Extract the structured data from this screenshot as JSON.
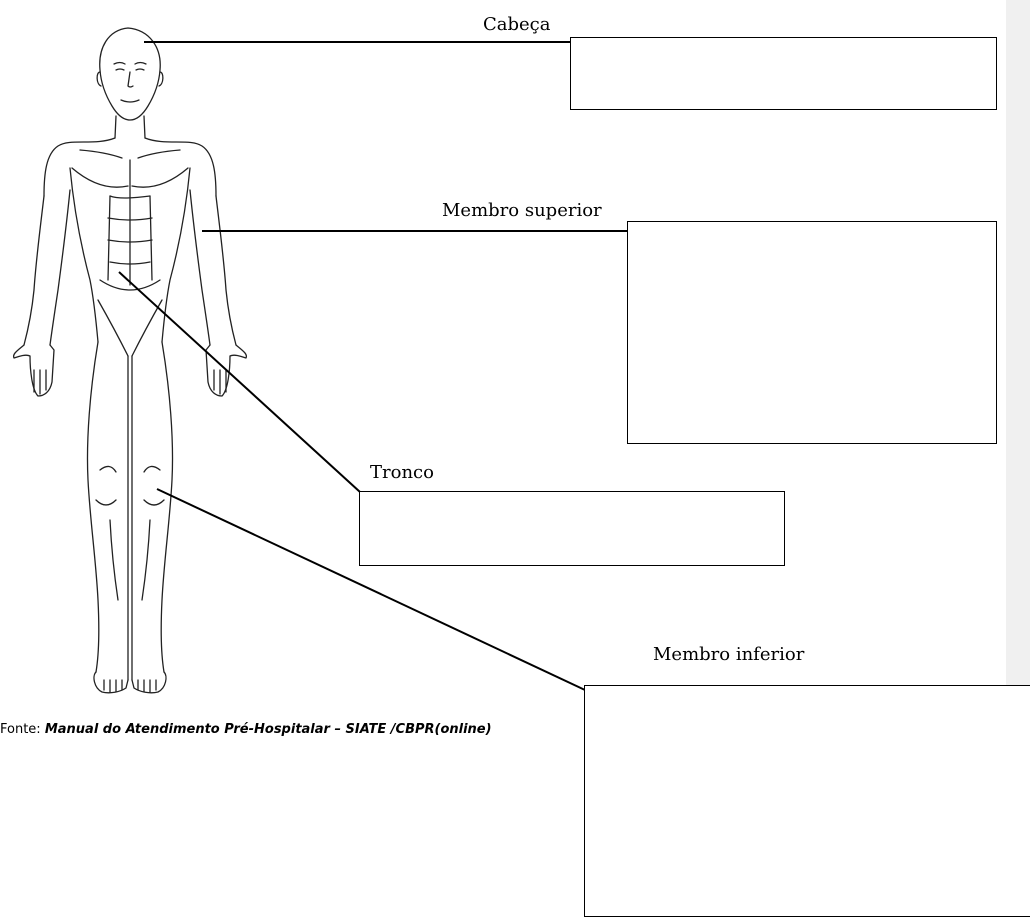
{
  "labels": {
    "head": "Cabeça",
    "upper_limb": "Membro superior",
    "trunk": "Tronco",
    "lower_limb": "Membro inferior"
  },
  "source": {
    "prefix": "Fonte: ",
    "title": "Manual do Atendimento Pré-Hospitalar – SIATE /CBPR(online)"
  },
  "boxes": {
    "head": "",
    "upper_limb": "",
    "trunk": "",
    "lower_limb": ""
  }
}
